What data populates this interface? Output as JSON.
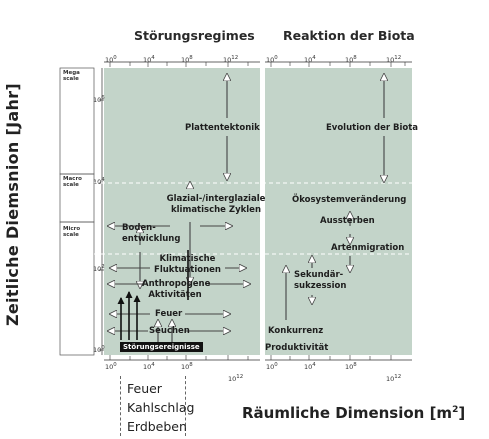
{
  "headers": {
    "left": "Störungsregimes",
    "right": "Reaktion der Biota"
  },
  "axes": {
    "y_title": "Zeitliche Diemsnion [Jahr]",
    "x_title": "Räumliche Dimension [m",
    "x_title_sup": "2",
    "x_title_end": "]"
  },
  "scales": {
    "mega": "Mega scale",
    "macro": "Macro scale",
    "micro": "Micro scale"
  },
  "ticks": {
    "top_left": [
      "10",
      "10",
      "10",
      "10"
    ],
    "top_left_exp": [
      "0",
      "4",
      "8",
      "12"
    ],
    "top_right": [
      "10",
      "10",
      "10",
      "10"
    ],
    "top_right_exp": [
      "0",
      "4",
      "8",
      "12"
    ],
    "bottom_left": [
      "10",
      "10",
      "10",
      "10"
    ],
    "bottom_left_exp": [
      "0",
      "4",
      "8",
      "12"
    ],
    "bottom_right": [
      "10",
      "10",
      "10",
      "10"
    ],
    "bottom_right_exp": [
      "0",
      "4",
      "8",
      "12"
    ],
    "y": [
      "10",
      "10",
      "10",
      "10"
    ],
    "y_exp": [
      "6",
      "4",
      "2",
      "0"
    ]
  },
  "disturbances": {
    "plate": "Plattentektonik",
    "glacial": "Glazial-/interglaziale klimatische Zyklen",
    "soil": "Boden-\nentwicklung",
    "climate": "Klimatische Fluktuationen",
    "anthropo": "Anthropogene Aktivitäten",
    "fire": "Feuer",
    "epidemic": "Seuchen",
    "events": "Störungsereignisse"
  },
  "biota": {
    "evolution": "Evolution der Biota",
    "ecosystem": "Ökosystemveränderung",
    "extinction": "Aussterben",
    "migration": "Artenmigration",
    "succession": "Sekundär-\nsukzession",
    "competition": "Konkurrenz",
    "productivity": "Produktivität"
  },
  "examples": [
    "Feuer",
    "Kahlschlag",
    "Erdbeben"
  ]
}
